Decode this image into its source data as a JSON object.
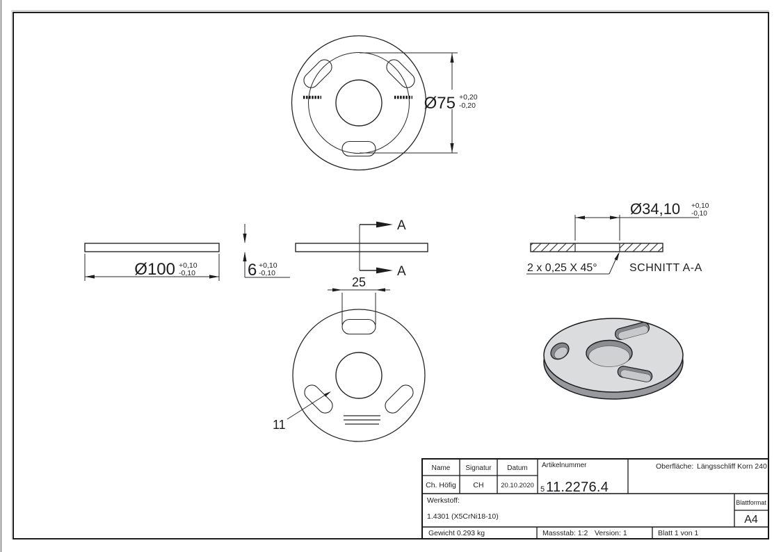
{
  "drawing": {
    "top_view": {
      "dia": "Ø75",
      "tol_p": "+0,20",
      "tol_m": "-0,20"
    },
    "side_view": {
      "dia": "Ø100",
      "tol_p": "+0,10",
      "tol_m": "-0,10",
      "thickness": "6",
      "thk_tol_p": "+0,10",
      "thk_tol_m": "-0,10"
    },
    "cut_marks": {
      "top": "A",
      "bottom": "A"
    },
    "section_view": {
      "dia": "Ø34,10",
      "tol_p": "+0,10",
      "tol_m": "-0,10",
      "chamfer": "2 x 0,25 X 45°",
      "label": "SCHNITT A-A"
    },
    "bottom_view": {
      "dim_slot_length": "25",
      "dim_slot_width": "11"
    }
  },
  "title_block": {
    "col_name": "Name",
    "col_signatur": "Signatur",
    "col_datum": "Datum",
    "col_artikelnummer": "Artikelnummer",
    "name": "Ch. Höfig",
    "signatur": "CH",
    "datum": "20.10.2020",
    "artikel_prefix": "5",
    "artikelnummer": "11.2276.4",
    "oberflaeche_label": "Oberfläche:",
    "oberflaeche": "Längsschliff Korn 240",
    "werkstoff_label": "Werkstoff:",
    "werkstoff": "1.4301 (X5CrNi18-10)",
    "gewicht": "Gewicht 0.293 kg",
    "massstab": "Massstab: 1:2",
    "version": "Version: 1",
    "blatt": "Blatt 1 von 1",
    "blattformat_label": "Blattformat",
    "blattformat": "A4"
  },
  "colors": {
    "line": "#1d1d1f",
    "iso_top": "#dadcde",
    "iso_side": "#97999c",
    "iso_hole": "#84878a"
  }
}
